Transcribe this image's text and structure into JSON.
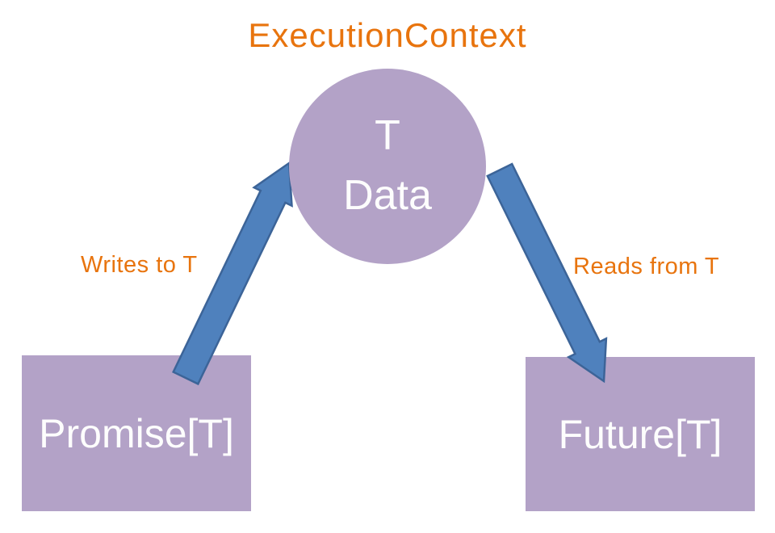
{
  "title": "ExecutionContext",
  "circle": {
    "line1": "T",
    "line2": "Data"
  },
  "boxes": {
    "promise": "Promise[T]",
    "future": "Future[T]"
  },
  "arrows": {
    "writes": {
      "label": "Writes to T",
      "from": "Promise[T]",
      "to": "T Data"
    },
    "reads": {
      "label": "Reads from T",
      "from": "T Data",
      "to": "Future[T]"
    }
  },
  "colors": {
    "background": "#ffffff",
    "accent-orange": "#e8740e",
    "shape-purple": "#b3a2c7",
    "arrow-fill": "#4f81bd",
    "arrow-stroke": "#3c6498",
    "shape-text": "#fdfdfd"
  }
}
